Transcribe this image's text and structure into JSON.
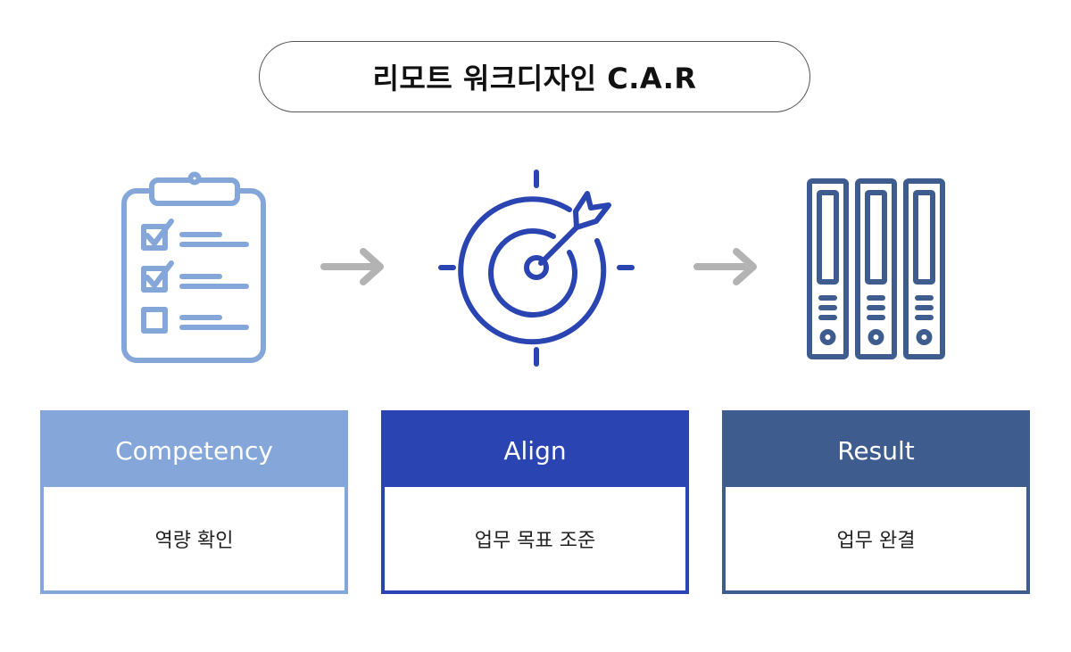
{
  "title": "리모트 워크디자인 C.A.R",
  "colors": {
    "competency": "#84a6d8",
    "align": "#2a45b2",
    "result": "#3f5c8f",
    "arrow": "#b3b3b3"
  },
  "cards": [
    {
      "heading": "Competency",
      "body": "역량 확인",
      "icon": "clipboard-checklist-icon"
    },
    {
      "heading": "Align",
      "body": "업무 목표 조준",
      "icon": "target-dart-icon"
    },
    {
      "heading": "Result",
      "body": "업무 완결",
      "icon": "binders-icon"
    }
  ]
}
